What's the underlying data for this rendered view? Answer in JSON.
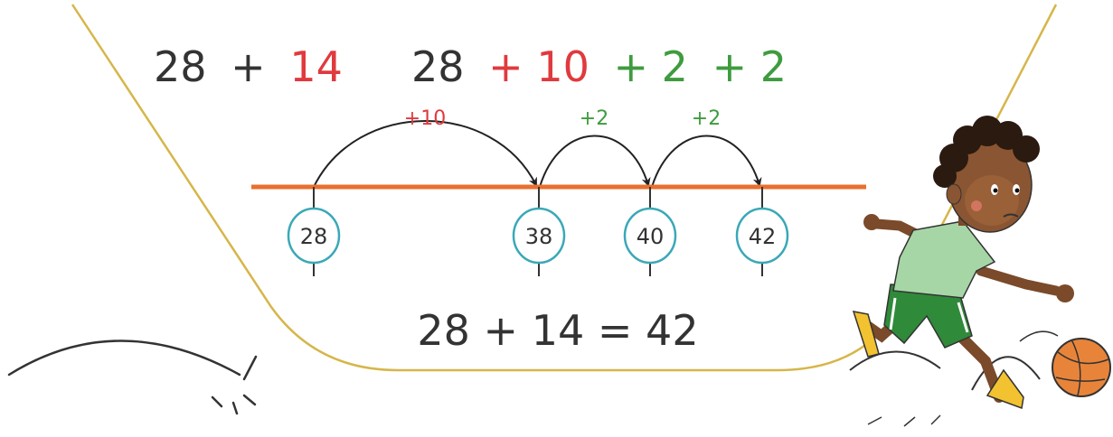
{
  "problem": {
    "left_a": "28",
    "left_plus": "+",
    "left_b": "14"
  },
  "decomposition": {
    "parts": [
      {
        "text": "28",
        "color": "#333333"
      },
      {
        "text": "+ 10",
        "color": "#e03a3e"
      },
      {
        "text": "+ 2",
        "color": "#3f9b3f"
      },
      {
        "text": "+ 2",
        "color": "#3f9b3f"
      }
    ]
  },
  "jumps": [
    {
      "label": "+10",
      "color": "#e03a3e"
    },
    {
      "label": "+2",
      "color": "#3f9b3f"
    },
    {
      "label": "+2",
      "color": "#3f9b3f"
    }
  ],
  "ticks": [
    "28",
    "38",
    "40",
    "42"
  ],
  "result": "28 + 14 = 42",
  "colors": {
    "number_line": "#e8702f",
    "frame": "#d6b64a",
    "tick_circle": "#3aa8b8",
    "text_dark": "#333333",
    "red": "#e03a3e",
    "green": "#3f9b3f"
  }
}
